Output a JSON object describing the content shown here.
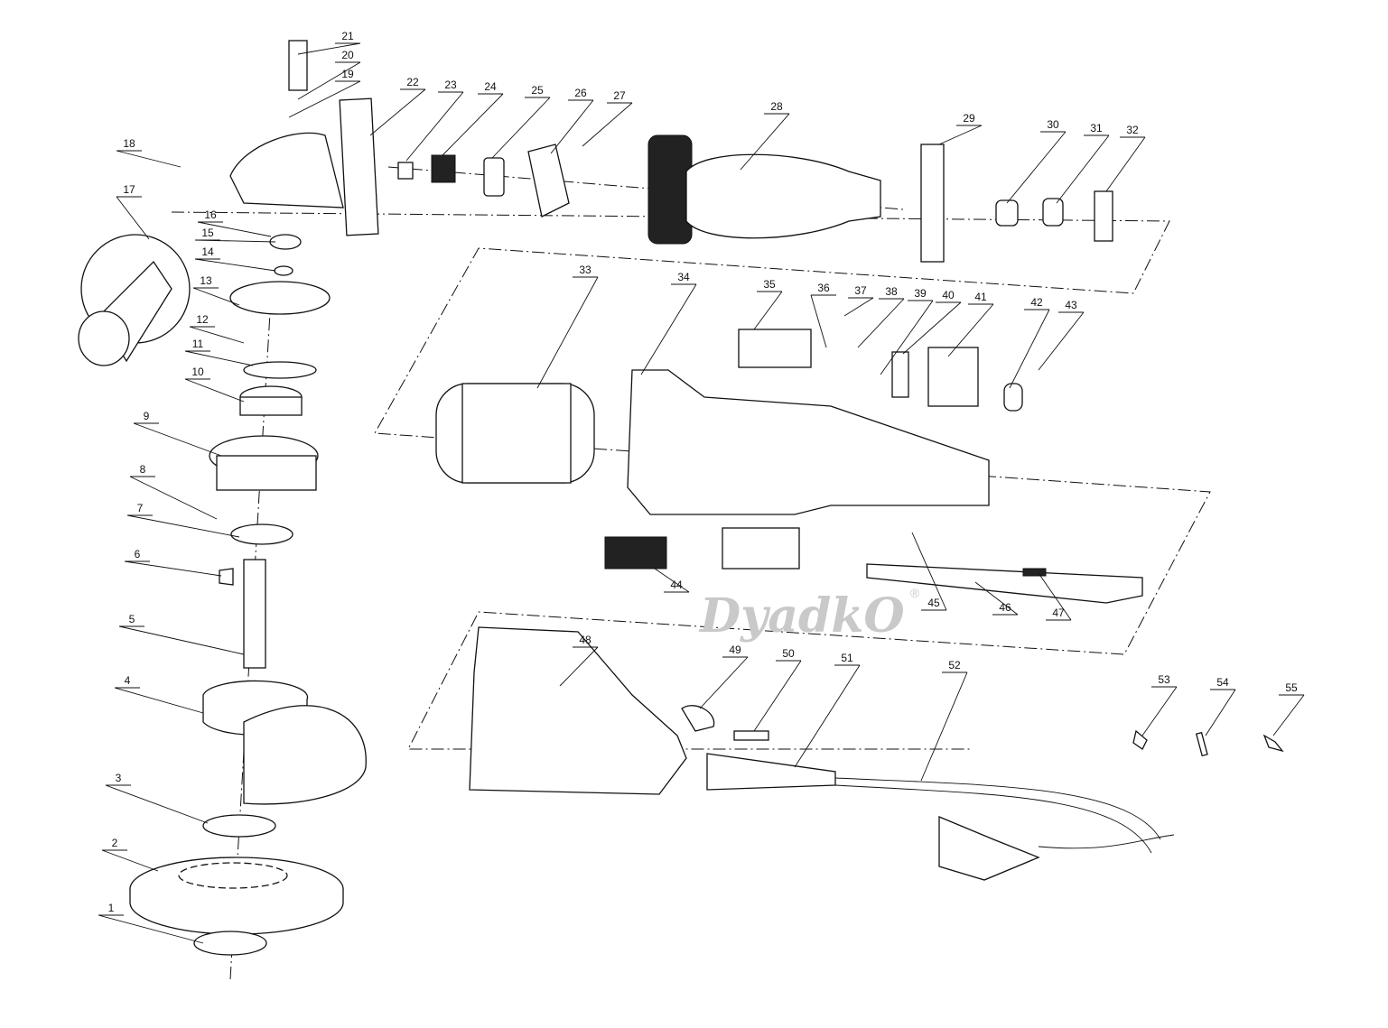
{
  "diagram": {
    "type": "exploded-parts-view",
    "part_numbers": [
      "1",
      "2",
      "3",
      "4",
      "5",
      "6",
      "7",
      "8",
      "9",
      "10",
      "11",
      "12",
      "13",
      "14",
      "15",
      "16",
      "17",
      "18",
      "19",
      "20",
      "21",
      "22",
      "23",
      "24",
      "25",
      "26",
      "27",
      "28",
      "29",
      "30",
      "31",
      "32",
      "33",
      "34",
      "35",
      "36",
      "37",
      "38",
      "39",
      "40",
      "41",
      "42",
      "43",
      "44",
      "45",
      "46",
      "47",
      "48",
      "49",
      "50",
      "51",
      "52",
      "53",
      "54",
      "55"
    ],
    "watermark": "DyadkO",
    "watermark_mark": "®"
  }
}
